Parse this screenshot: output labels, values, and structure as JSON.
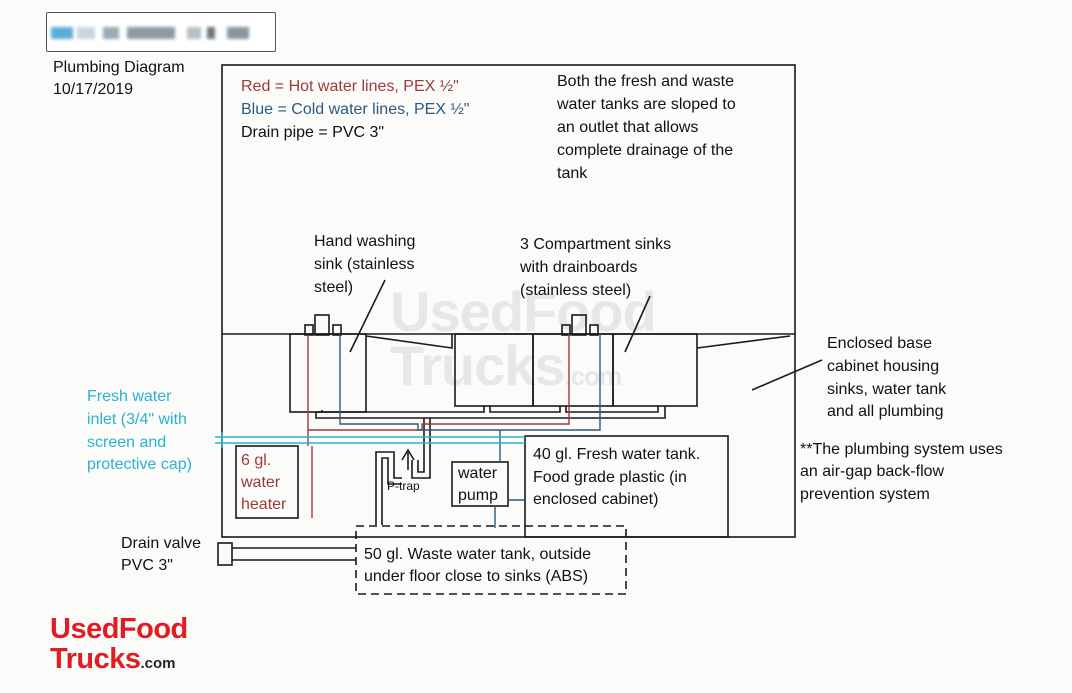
{
  "header": {
    "title": "Plumbing Diagram",
    "date": "10/17/2019"
  },
  "legend": {
    "hot": "Red = Hot water lines, PEX ½\"",
    "cold": "Blue = Cold water lines, PEX ½\"",
    "drain": "Drain pipe = PVC 3\"",
    "hot_color": "#9b3a3a",
    "cold_color": "#2c5a7e",
    "fresh_inlet_color": "#2bb2cc"
  },
  "notes": {
    "tanks": [
      "Both the fresh and waste",
      "water tanks are sloped to",
      "an outlet that allows",
      "complete drainage of the",
      "tank"
    ],
    "airgap": [
      "**The plumbing system uses",
      "an air-gap back-flow",
      "prevention system"
    ]
  },
  "labels": {
    "hand_sink": [
      "Hand washing",
      "sink (stainless",
      "steel)"
    ],
    "three_comp": [
      "3 Compartment sinks",
      "with drainboards",
      "(stainless steel)"
    ],
    "cabinet": [
      "Enclosed base",
      "cabinet housing",
      "sinks, water tank",
      "and all plumbing"
    ],
    "fresh_inlet": [
      "Fresh water",
      "inlet (3/4\" with",
      "screen and",
      "protective cap)"
    ],
    "heater": [
      "6 gl.",
      "water",
      "heater"
    ],
    "ptrap": "P-trap",
    "pump": [
      "water",
      "pump"
    ],
    "fresh_tank": [
      "40 gl. Fresh water tank.",
      "Food grade plastic (in",
      "enclosed cabinet)"
    ],
    "waste_tank": [
      "50 gl. Waste water tank, outside",
      "under floor close to sinks (ABS)"
    ],
    "drain_valve": [
      "Drain valve",
      "PVC 3\""
    ]
  },
  "branding": {
    "logo_line1": "UsedFood",
    "logo_line2": "Trucks",
    "logo_suffix": ".com",
    "watermark_line1": "UsedFood",
    "watermark_line2": "Trucks",
    "watermark_suffix": ".com",
    "brand_color": "#e31b23"
  }
}
